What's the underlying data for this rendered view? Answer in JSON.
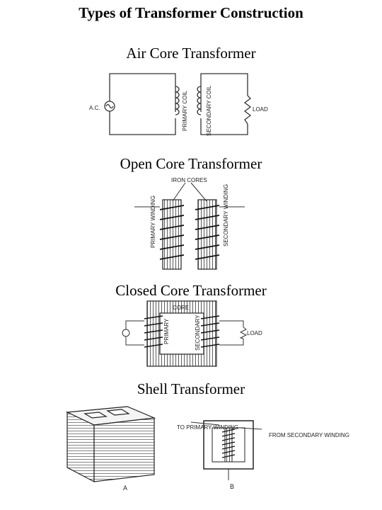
{
  "title": "Types of Transformer Construction",
  "sections": [
    {
      "heading": "Air Core Transformer",
      "labels": {
        "source": "A.C.",
        "primary": "PRIMARY COIL",
        "secondary": "SECONDARY COIL",
        "load": "LOAD"
      }
    },
    {
      "heading": "Open Core Transformer",
      "labels": {
        "cores": "IRON CORES",
        "primary": "PRIMARY WINDING",
        "secondary": "SECONDARY WINDING"
      }
    },
    {
      "heading": "Closed Core Transformer",
      "labels": {
        "core": "CORE",
        "primary": "PRIMARY",
        "secondary": "SECONDARY",
        "load": "LOAD"
      }
    },
    {
      "heading": "Shell Transformer",
      "labels": {
        "to_primary": "TO PRIMARY WINDING",
        "from_secondary": "FROM SECONDARY WINDING",
        "fig_a": "A",
        "fig_b": "B"
      }
    }
  ]
}
